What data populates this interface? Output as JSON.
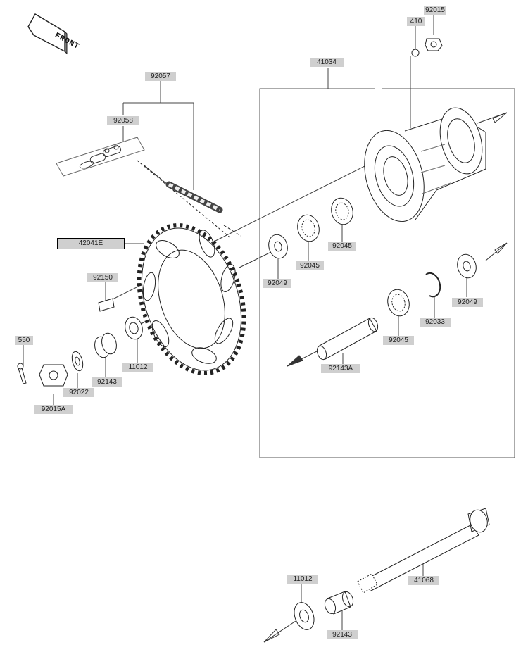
{
  "front_label": "FRONT",
  "parts": [
    {
      "id": "p92015",
      "part_no": "92015"
    },
    {
      "id": "p410",
      "part_no": "410"
    },
    {
      "id": "p41034",
      "part_no": "41034"
    },
    {
      "id": "p92057",
      "part_no": "92057"
    },
    {
      "id": "p92058",
      "part_no": "92058"
    },
    {
      "id": "p42041e",
      "part_no": "42041E"
    },
    {
      "id": "p92045a",
      "part_no": "92045"
    },
    {
      "id": "p92045b",
      "part_no": "92045"
    },
    {
      "id": "p92049a",
      "part_no": "92049"
    },
    {
      "id": "p92049b",
      "part_no": "92049"
    },
    {
      "id": "p92150",
      "part_no": "92150"
    },
    {
      "id": "p92033",
      "part_no": "92033"
    },
    {
      "id": "p92045c",
      "part_no": "92045"
    },
    {
      "id": "p550",
      "part_no": "550"
    },
    {
      "id": "p11012a",
      "part_no": "11012"
    },
    {
      "id": "p92143a",
      "part_no": "92143A"
    },
    {
      "id": "p92143b",
      "part_no": "92143"
    },
    {
      "id": "p92022",
      "part_no": "92022"
    },
    {
      "id": "p92015a",
      "part_no": "92015A"
    },
    {
      "id": "p11012b",
      "part_no": "11012"
    },
    {
      "id": "p41068",
      "part_no": "41068"
    },
    {
      "id": "p92143c",
      "part_no": "92143"
    }
  ]
}
